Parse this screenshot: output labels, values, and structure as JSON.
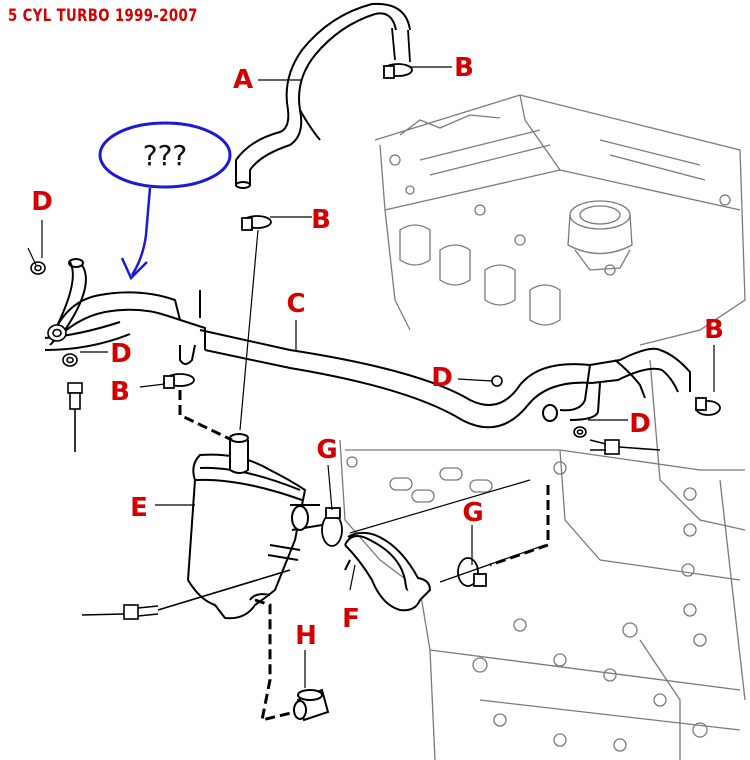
{
  "title": "5 CYL TURBO 1999-2007",
  "annotation": {
    "question": "???"
  },
  "labels": {
    "A": "A",
    "B": "B",
    "C": "C",
    "D": "D",
    "E": "E",
    "F": "F",
    "G": "G",
    "H": "H"
  },
  "colors": {
    "label": "#d40000",
    "annotation": "#1a1ad8",
    "line": "#000000",
    "engine": "#777777"
  }
}
